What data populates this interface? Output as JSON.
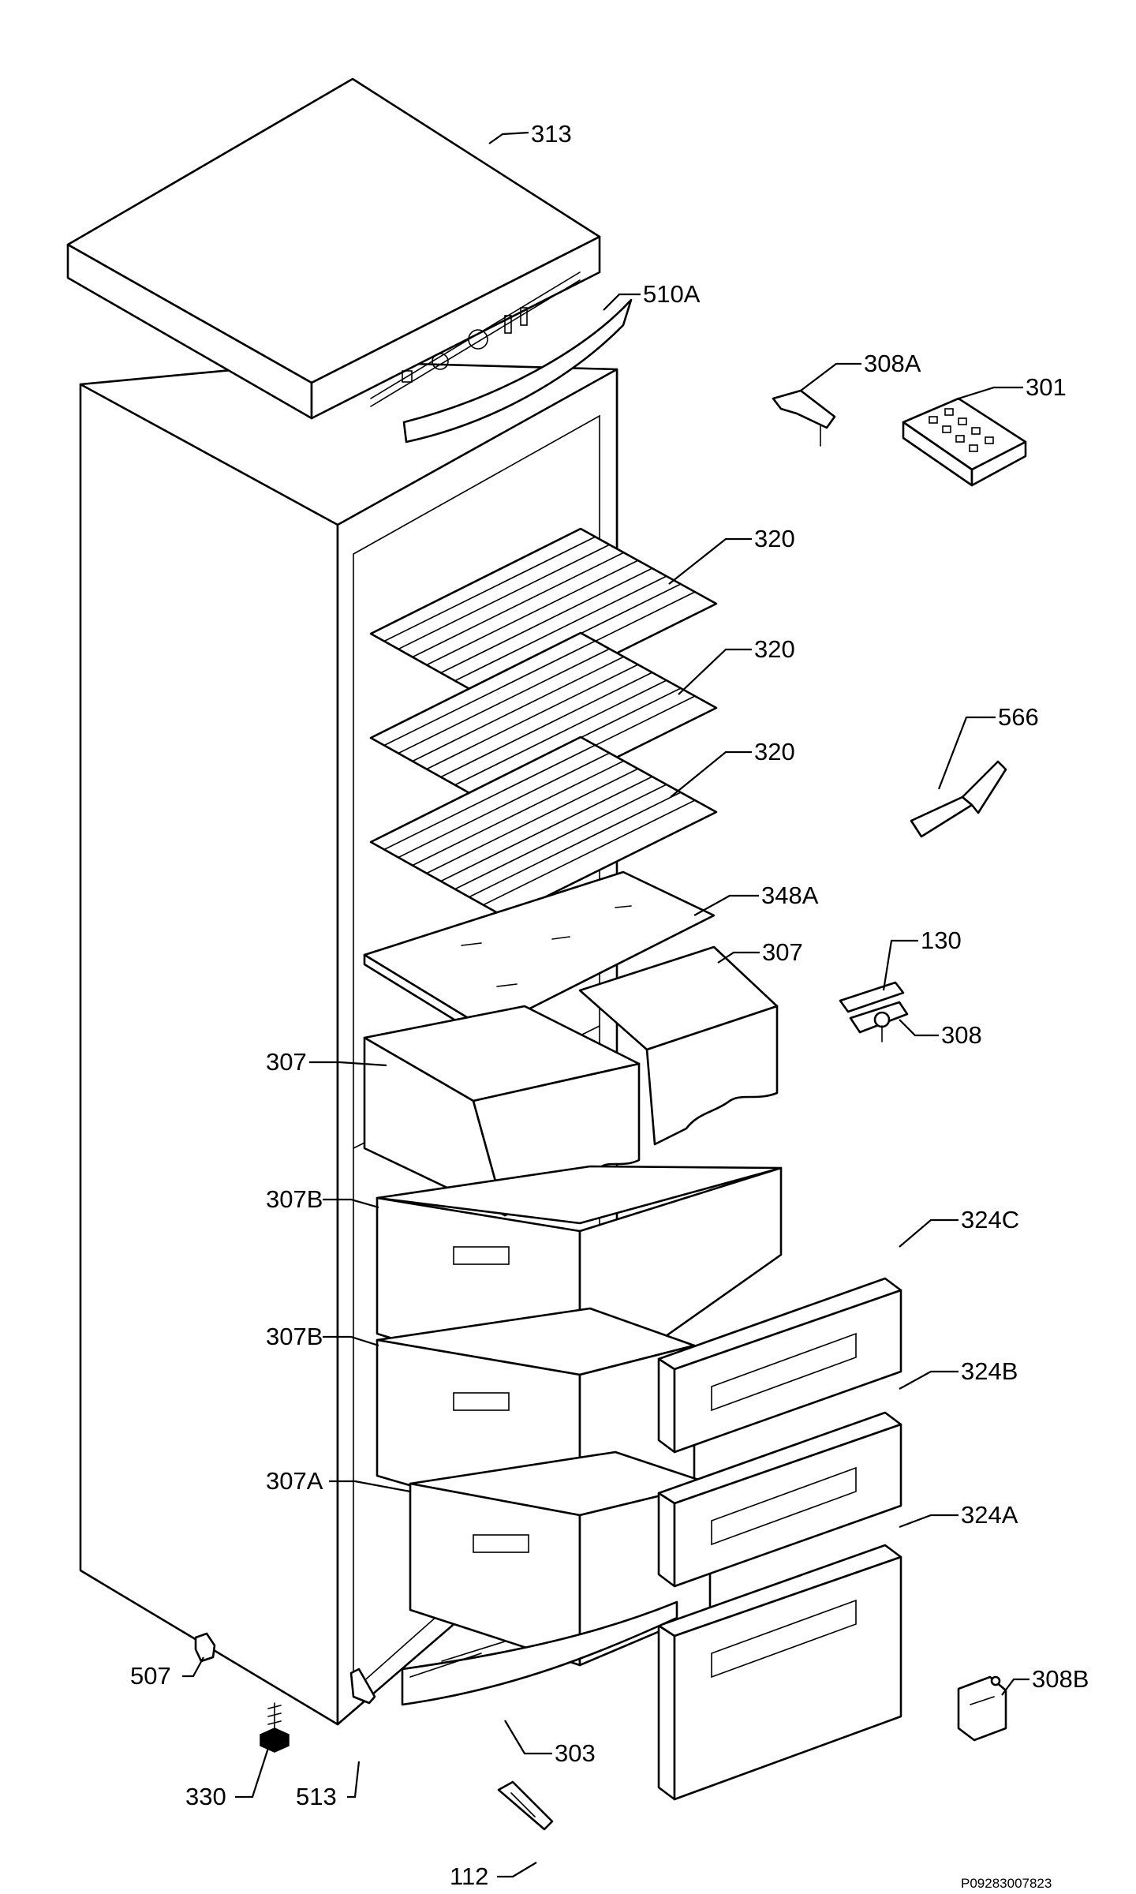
{
  "diagram": {
    "reference_code": "P09283007823",
    "callouts": [
      {
        "id": "313",
        "label": "313"
      },
      {
        "id": "510A",
        "label": "510A"
      },
      {
        "id": "308A",
        "label": "308A"
      },
      {
        "id": "301",
        "label": "301"
      },
      {
        "id": "320a",
        "label": "320"
      },
      {
        "id": "320b",
        "label": "320"
      },
      {
        "id": "320c",
        "label": "320"
      },
      {
        "id": "566",
        "label": "566"
      },
      {
        "id": "348A",
        "label": "348A"
      },
      {
        "id": "307a",
        "label": "307"
      },
      {
        "id": "130",
        "label": "130"
      },
      {
        "id": "308",
        "label": "308"
      },
      {
        "id": "307b",
        "label": "307"
      },
      {
        "id": "307Ba",
        "label": "307B"
      },
      {
        "id": "324C",
        "label": "324C"
      },
      {
        "id": "307Bb",
        "label": "307B"
      },
      {
        "id": "324B",
        "label": "324B"
      },
      {
        "id": "307A",
        "label": "307A"
      },
      {
        "id": "324A",
        "label": "324A"
      },
      {
        "id": "308B",
        "label": "308B"
      },
      {
        "id": "507",
        "label": "507"
      },
      {
        "id": "303",
        "label": "303"
      },
      {
        "id": "330",
        "label": "330"
      },
      {
        "id": "513",
        "label": "513"
      },
      {
        "id": "112",
        "label": "112"
      }
    ]
  }
}
